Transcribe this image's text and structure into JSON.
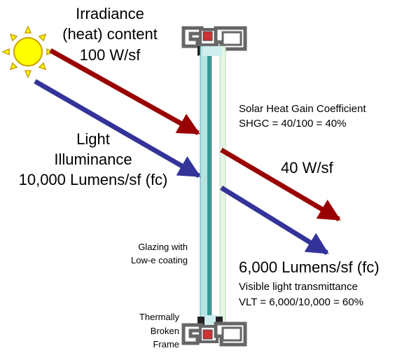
{
  "irradiance": {
    "line1": "Irradiance",
    "line2": "(heat) content",
    "line3": "100 W/sf"
  },
  "light": {
    "line1": "Light",
    "line2": "Illuminance",
    "line3": "10,000 Lumens/sf (fc)"
  },
  "shgc": {
    "line1": "Solar Heat Gain Coefficient",
    "line2": "SHGC = 40/100 = 40%"
  },
  "heat_out": "40 W/sf",
  "light_out": "6,000 Lumens/sf (fc)",
  "vlt": {
    "line1": "Visible light transmittance",
    "line2": "VLT = 6,000/10,000 = 60%"
  },
  "glazing": {
    "line1": "Glazing with",
    "line2": "Low-e coating"
  },
  "frame": {
    "line1": "Thermally",
    "line2": "Broken",
    "line3": "Frame"
  },
  "colors": {
    "heat_arrow": "#990000",
    "light_arrow": "#333399",
    "sun_fill": "#ffff00",
    "sun_outline": "#c8a000",
    "glass": "#b7e3e3",
    "low_e_coating": "#339999",
    "frame": "#666666",
    "thermal_break": "#cc3333"
  }
}
